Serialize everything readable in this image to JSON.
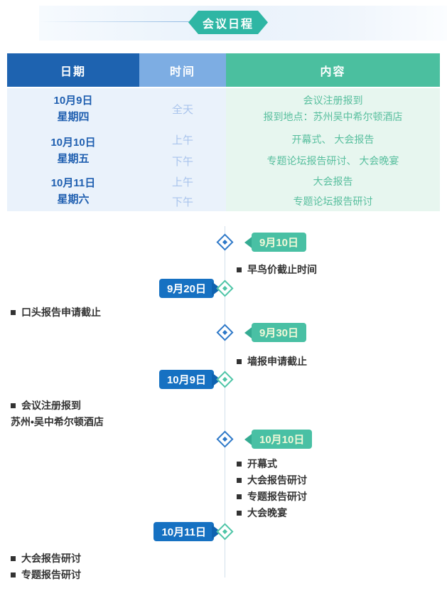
{
  "header": {
    "badge_label": "会议日程"
  },
  "schedule_table": {
    "columns": [
      "日期",
      "时间",
      "内容"
    ],
    "rows": [
      {
        "date_lines": [
          "10月9日",
          "星期四"
        ],
        "times": [
          "全天"
        ],
        "contents": [
          [
            "会议注册报到",
            "报到地点：苏州吴中希尔顿酒店"
          ]
        ]
      },
      {
        "date_lines": [
          "10月10日",
          "星期五"
        ],
        "times": [
          "上午",
          "下午"
        ],
        "contents": [
          [
            "开幕式、 大会报告"
          ],
          [
            "专题论坛报告研讨、 大会晚宴"
          ]
        ]
      },
      {
        "date_lines": [
          "10月11日",
          "星期六"
        ],
        "times": [
          "上午",
          "下午"
        ],
        "contents": [
          [
            "大会报告"
          ],
          [
            "专题论坛报告研讨"
          ]
        ]
      }
    ]
  },
  "timeline": {
    "events": [
      {
        "date": "9月10日",
        "side": "right",
        "items": [
          {
            "text": "早鸟价截止时间",
            "bullet": true
          }
        ]
      },
      {
        "date": "9月20日",
        "side": "left",
        "items": [
          {
            "text": "口头报告申请截止",
            "bullet": true
          }
        ]
      },
      {
        "date": "9月30日",
        "side": "right",
        "items": [
          {
            "text": "墙报申请截止",
            "bullet": true
          }
        ]
      },
      {
        "date": "10月9日",
        "side": "left",
        "items": [
          {
            "text": "会议注册报到",
            "bullet": true
          },
          {
            "text": "苏州•吴中希尔顿酒店",
            "bullet": false
          }
        ]
      },
      {
        "date": "10月10日",
        "side": "right",
        "items": [
          {
            "text": "开幕式",
            "bullet": true
          },
          {
            "text": "大会报告研讨",
            "bullet": true
          },
          {
            "text": "专题报告研讨",
            "bullet": true
          },
          {
            "text": "大会晚宴",
            "bullet": true
          }
        ]
      },
      {
        "date": "10月11日",
        "side": "left",
        "items": [
          {
            "text": "大会报告研讨",
            "bullet": true
          },
          {
            "text": "专题报告研讨",
            "bullet": true
          }
        ]
      }
    ]
  },
  "colors": {
    "accent_teal": "#2eb6a4",
    "table_header_blue": "#1e63b0",
    "table_header_light_blue": "#7dade3",
    "table_header_teal": "#4bbf9f",
    "table_body_blue_bg": "#eaf2fb",
    "table_body_green_bg": "#e7f6ef",
    "date_text": "#1f5fb0",
    "time_text": "#a9c4ec",
    "content_text": "#58bf9e",
    "tag_blue": "#1671c2",
    "tag_teal": "#49c0a4",
    "diamond_blue": "#2d78c8",
    "diamond_teal": "#4ec5a7",
    "item_text": "#333333"
  }
}
